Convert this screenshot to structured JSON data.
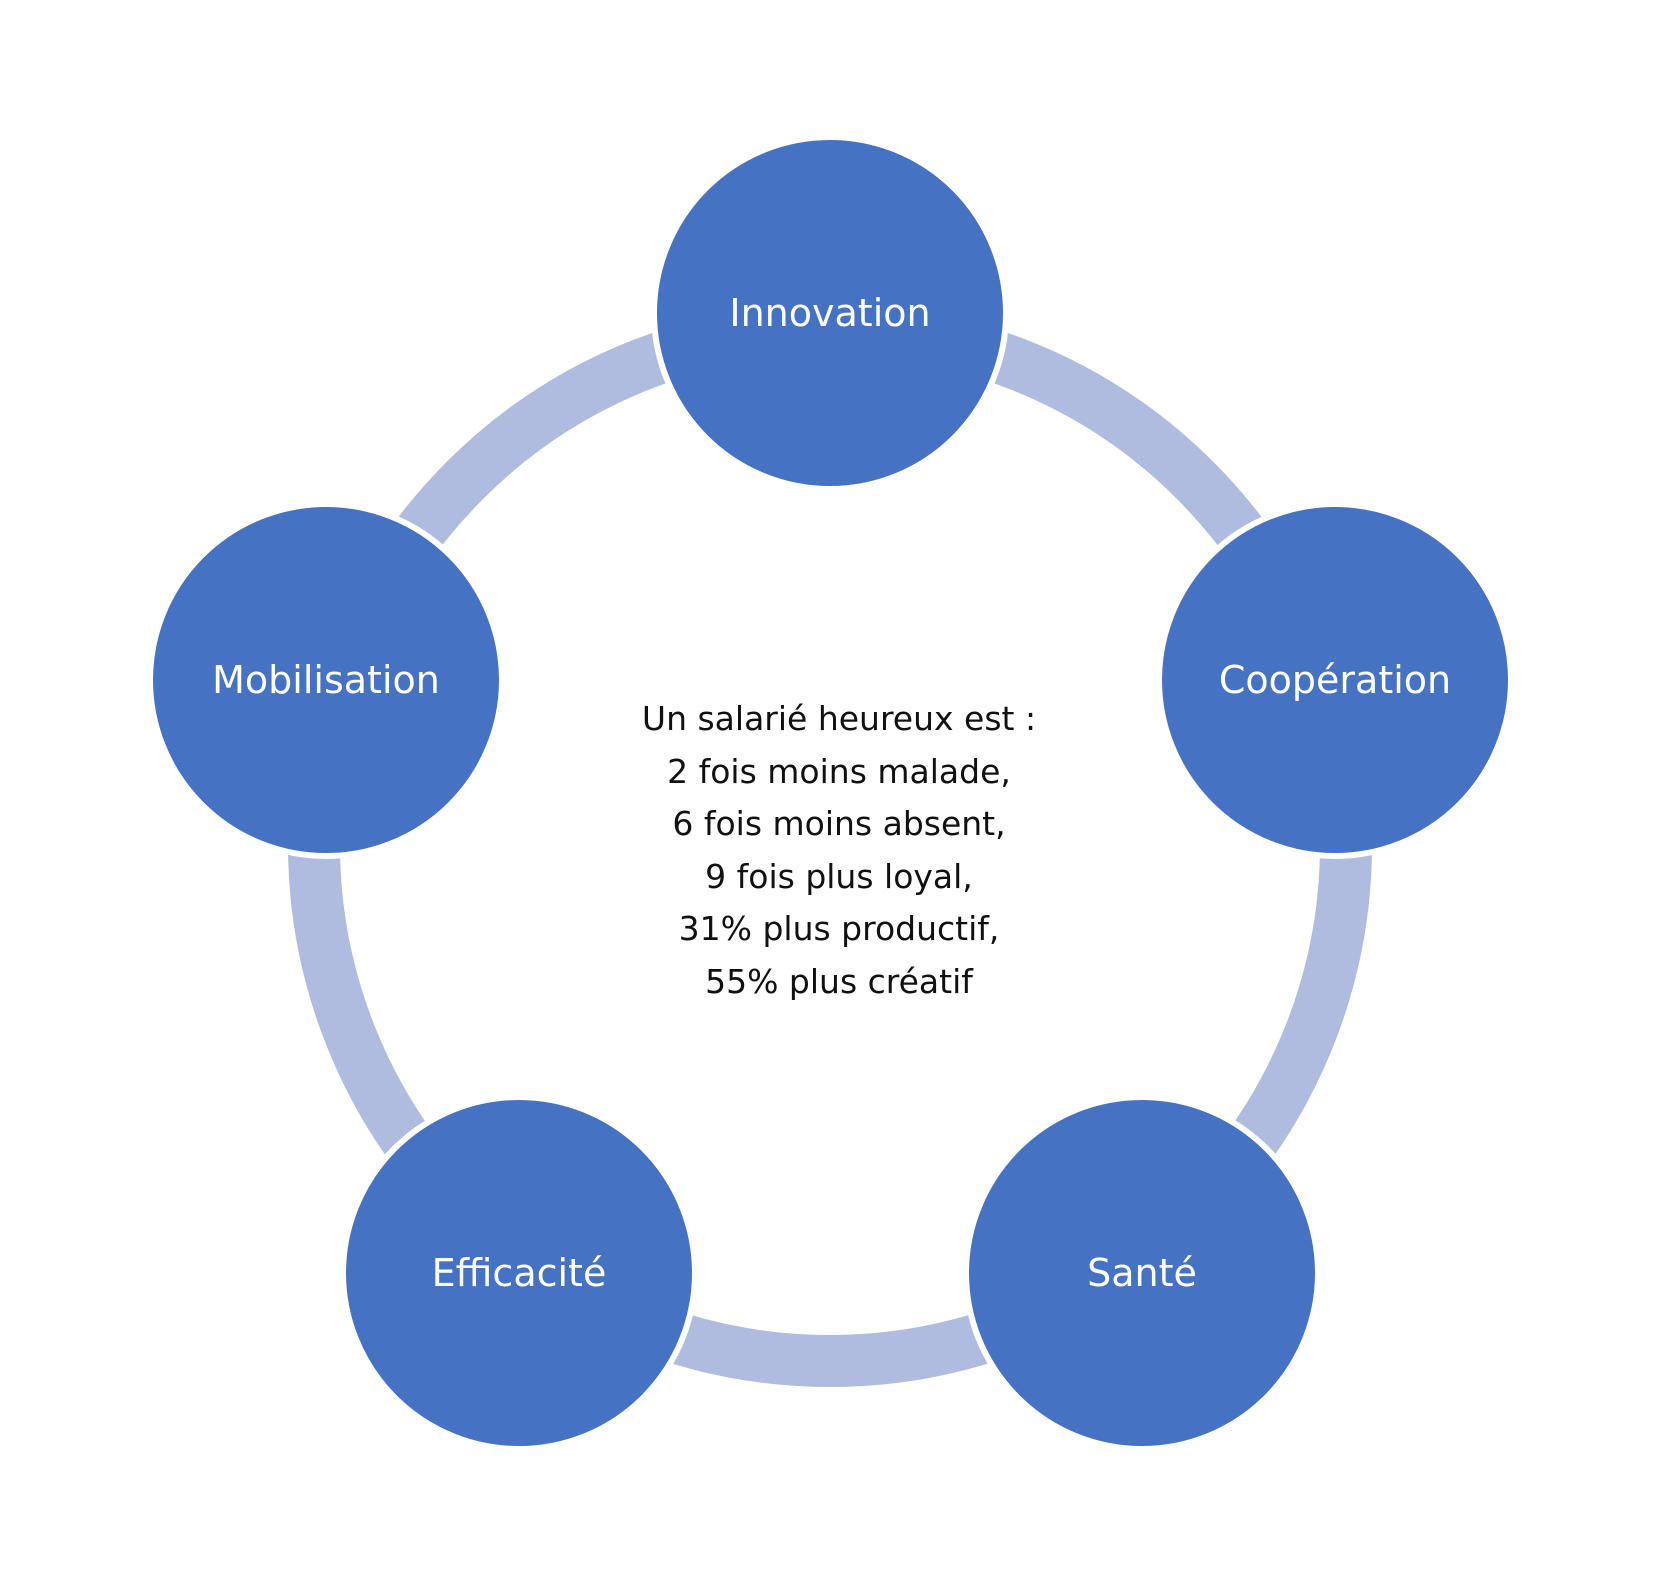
{
  "nodes": [
    {
      "label": "Innovation"
    },
    {
      "label": "Coopération"
    },
    {
      "label": "Santé"
    },
    {
      "label": "Efficacité"
    },
    {
      "label": "Mobilisation"
    }
  ],
  "center": {
    "lines": [
      "Un salarié heureux est :",
      "2 fois moins malade,",
      "6 fois moins absent,",
      "9 fois plus loyal,",
      "31% plus productif,",
      "55% plus créatif"
    ]
  },
  "colors": {
    "node_fill": "#4672c3",
    "ring": "#b0bcdf",
    "node_text": "#ffffff",
    "center_text": "#111111"
  }
}
